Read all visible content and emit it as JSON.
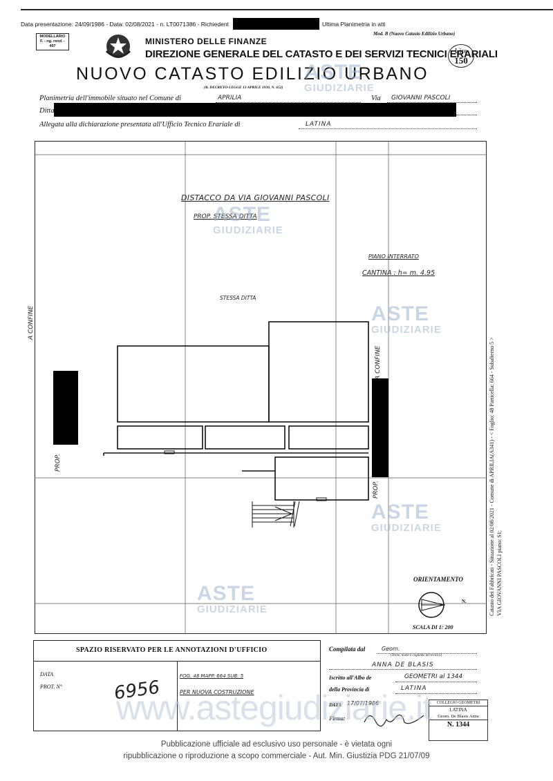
{
  "topbar": {
    "data_presentazione": "Data presentazione: 24/09/1986",
    "data": "Data: 02/08/2021",
    "numero": "n. LT0071386",
    "richiedente_label": "Richiedent",
    "ultima": "Ultima Planimetria in atti"
  },
  "header": {
    "modellario_1": "MODELLARIO",
    "modellario_2": "F. - ng. rend. - 497",
    "ministero": "MINISTERO DELLE FINANZE",
    "direzione": "DIREZIONE GENERALE DEL CATASTO E DEI SERVIZI TECNICI ERARIALI",
    "mod_b": "Mod. B (Nuovo Catasto Edilizio Urbano)",
    "lire_label": "Lire",
    "lire_value": "150",
    "title": "NUOVO CATASTO EDILIZIO URBANO",
    "decreto": "(R. DECRETO-LEGGE 13 APRILE 1939, N. 652)"
  },
  "form": {
    "planimetria_label": "Planimetria dell'immobile situato nel Comune di",
    "comune_value": "APRILIA",
    "via_label": "Via",
    "via_value": "GIOVANNI PASCOLI",
    "ditta_label": "Ditta",
    "allegata_label": "Allegata alla dichiarazione presentata all'Ufficio Tecnico Erariale di",
    "ufficio_value": "LATINA"
  },
  "plan": {
    "distacco": "DISTACCO DA VIA GIOVANNI PASCOLI",
    "prop_stessa": "PROP. STESSA DITTA",
    "piano": "PIANO INTERRATO",
    "cantina": "CANTINA : h= m. 4.95",
    "stessa_ditta": "STESSA DITTA",
    "confine_left": "A CONFINE",
    "prop_left": "PROP.",
    "confine_right": "A CONFINE",
    "prop_right": "PROP.",
    "orientamento": "ORIENTAMENTO",
    "north": "N.",
    "scala": "SCALA DI 1: 200"
  },
  "side_text": {
    "line1": "Catasto dei Fabbricati - Situazione al 02/08/2021 - Comune di APRILIA(A341) - < Foglio: 48 Particella: 664 - Subalterno 5 >",
    "line2": "VIA GIOVANNI PASCOLI piano: S1;"
  },
  "office": {
    "riservato": "SPAZIO RISERVATO PER LE ANNOTAZIONI D'UFFICIO",
    "data_label": "DATA",
    "prot_label": "PROT. N°",
    "protocol_hand": "6956",
    "fog": "FOG. 48   MAPP. 664   SUB. 5",
    "per_nuova": "PER NUOVA COSTRUZIONE",
    "compilata_label": "Compilata dal",
    "compilata_value": "Geom.",
    "titolo_note": "(Titolo, nome e cognome del tecnico)",
    "tecnico": "ANNA DE BLASIS",
    "iscritto_label": "Iscritto all'Albo de",
    "iscritto_value": "GEOMETRI al 1344",
    "provincia_label": "della Provincia di",
    "provincia_value": "LATINA",
    "data_label2": "DATA",
    "data_value": "17/07/1986",
    "firma_label": "Firma:",
    "stamp_1": "COLLEGIO GEOMETRI",
    "stamp_2": "LATINA",
    "stamp_3": "Geom. De Blasis Anna",
    "stamp_4": "N. 1344"
  },
  "watermarks": {
    "aste": "ASTE",
    "giudiziarie": "GIUDIZIARIE",
    "site": "www.astegiudiziarie.it"
  },
  "footer": {
    "line1": "Pubblicazione ufficiale ad esclusivo uso personale - è vietata ogni",
    "line2": "ripubblicazione o riproduzione a scopo commerciale - Aut. Min. Giustizia PDG 21/07/09"
  }
}
